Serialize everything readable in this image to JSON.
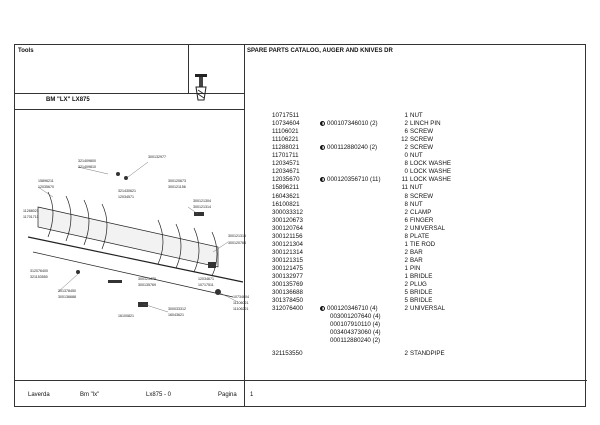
{
  "header": {
    "left_title": "Tools",
    "right_title": "SPARE PARTS CATALOG, AUGER AND KNIVES DR",
    "model": "BM \"LX\" LX875"
  },
  "footer": {
    "brand": "Laverda",
    "model": "Bm \"lx\"",
    "code": "Lx875 - 0",
    "page_label": "Pagina",
    "page_number": "1"
  },
  "parts": [
    {
      "code": "10717511",
      "sub": "",
      "qty": "1",
      "desc": "NUT"
    },
    {
      "code": "10734604",
      "sub": "000107346010  (2)",
      "qty": "2",
      "desc": "LINCH PIN"
    },
    {
      "code": "11106021",
      "sub": "",
      "qty": "6",
      "desc": "SCREW"
    },
    {
      "code": "11106221",
      "sub": "",
      "qty": "12",
      "desc": "SCREW"
    },
    {
      "code": "11288021",
      "sub": "000112880240  (2)",
      "qty": "2",
      "desc": "SCREW"
    },
    {
      "code": "11701711",
      "sub": "",
      "qty": "0",
      "desc": "NUT"
    },
    {
      "code": "12034571",
      "sub": "",
      "qty": "8",
      "desc": "LOCK WASHE"
    },
    {
      "code": "12034671",
      "sub": "",
      "qty": "0",
      "desc": "LOCK WASHE"
    },
    {
      "code": "12035670",
      "sub": "000120356710  (11)",
      "qty": "11",
      "desc": "LOCK WASHE"
    },
    {
      "code": "15896211",
      "sub": "",
      "qty": "11",
      "desc": "NUT"
    },
    {
      "code": "16043621",
      "sub": "",
      "qty": "8",
      "desc": "SCREW"
    },
    {
      "code": "16100821",
      "sub": "",
      "qty": "8",
      "desc": "NUT"
    },
    {
      "code": "300033312",
      "sub": "",
      "qty": "2",
      "desc": "CLAMP"
    },
    {
      "code": "300120673",
      "sub": "",
      "qty": "6",
      "desc": "FINGER"
    },
    {
      "code": "300120764",
      "sub": "",
      "qty": "2",
      "desc": "UNIVERSAL"
    },
    {
      "code": "300121156",
      "sub": "",
      "qty": "8",
      "desc": "PLATE"
    },
    {
      "code": "300121304",
      "sub": "",
      "qty": "1",
      "desc": "TIE ROD"
    },
    {
      "code": "300121314",
      "sub": "",
      "qty": "2",
      "desc": "BAR"
    },
    {
      "code": "300121315",
      "sub": "",
      "qty": "2",
      "desc": "BAR"
    },
    {
      "code": "300121475",
      "sub": "",
      "qty": "1",
      "desc": "PIN"
    },
    {
      "code": "300132977",
      "sub": "",
      "qty": "1",
      "desc": "BRIDLE"
    },
    {
      "code": "300135769",
      "sub": "",
      "qty": "2",
      "desc": "PLUG"
    },
    {
      "code": "300136688",
      "sub": "",
      "qty": "5",
      "desc": "BRIDLE"
    },
    {
      "code": "301378450",
      "sub": "",
      "qty": "5",
      "desc": "BRIDLE"
    },
    {
      "code": "312076400",
      "sub": "000120346710  (4)",
      "qty": "2",
      "desc": "UNIVERSAL"
    }
  ],
  "parts_continued": [
    "003001207640  (4)",
    "000107910110  (4)",
    "003404373060  (4)",
    "000112880240  (2)"
  ],
  "last_part": {
    "code": "321153550",
    "sub": "",
    "qty": "2",
    "desc": "STANDPIPE"
  },
  "diagram_labels": [
    "321409800",
    "321409810",
    "300132977",
    "15896211",
    "12035670",
    "300120673",
    "300121156",
    "321430621",
    "12034571",
    "300121304",
    "300121314",
    "300121315",
    "300120764",
    "312076400",
    "321153550",
    "301378450",
    "300136688",
    "300033312",
    "16043621",
    "16100821",
    "10734604",
    "11106021",
    "11106221",
    "11288021",
    "11701711",
    "12034671",
    "10717511",
    "300121475",
    "300135769"
  ]
}
